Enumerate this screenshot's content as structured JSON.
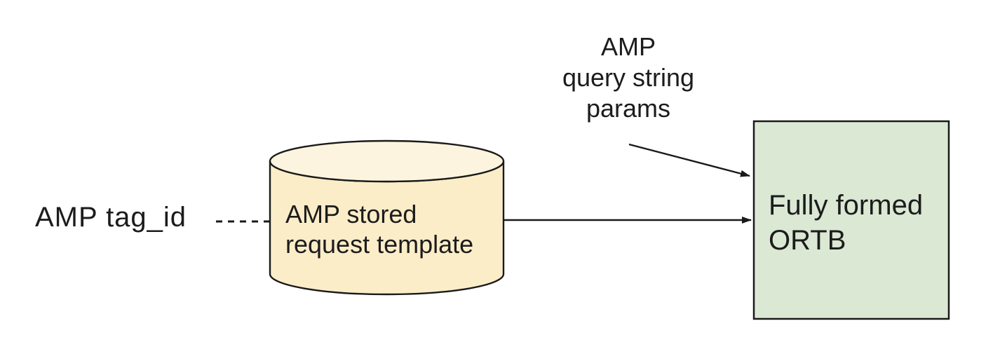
{
  "diagram": {
    "left_label": {
      "text": "AMP tag_id"
    },
    "cylinder": {
      "label": "AMP stored\nrequest template",
      "fill": "#FBEDC8",
      "top_fill": "#FDF4DF"
    },
    "top_label": {
      "text": "AMP\nquery string\nparams"
    },
    "ortb_box": {
      "label": "Fully formed\nORTB",
      "fill": "#DBE8D4"
    },
    "colors": {
      "stroke": "#1a1a1a",
      "text": "#1c1c1c",
      "background": "#ffffff"
    }
  }
}
